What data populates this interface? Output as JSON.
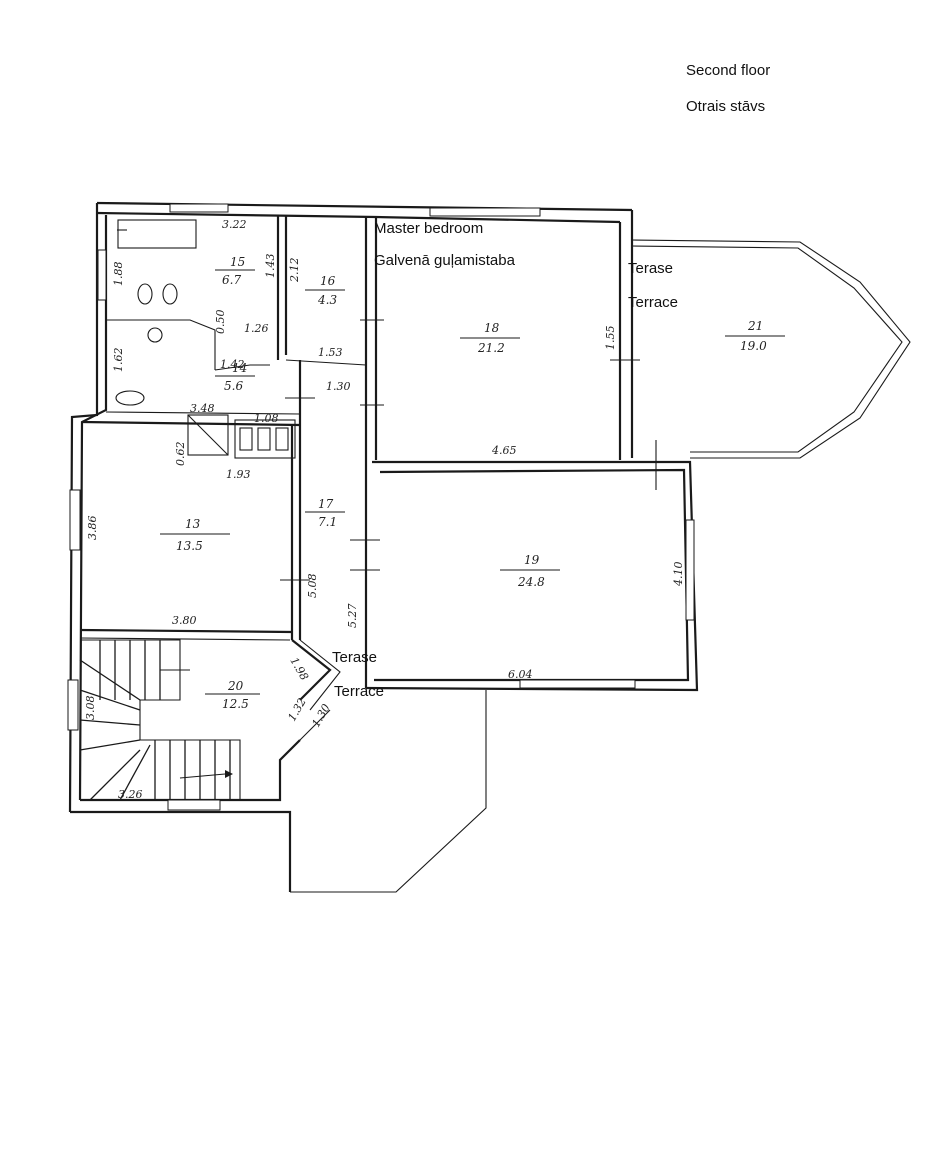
{
  "header": {
    "title_en": "Second floor",
    "title_lv": "Otrais stāvs"
  },
  "labels": {
    "master_bedroom_en": "Master bedroom",
    "master_bedroom_lv": "Galvenā guļamistaba",
    "terrace_east_lv": "Terase",
    "terrace_east_en": "Terrace",
    "terrace_south_lv": "Terase",
    "terrace_south_en": "Terrace"
  },
  "rooms": [
    {
      "number": "15",
      "area": "6.7"
    },
    {
      "number": "16",
      "area": "4.3"
    },
    {
      "number": "14",
      "area": "5.6"
    },
    {
      "number": "18",
      "area": "21.2"
    },
    {
      "number": "21",
      "area": "19.0"
    },
    {
      "number": "13",
      "area": "13.5"
    },
    {
      "number": "17",
      "area": "7.1"
    },
    {
      "number": "19",
      "area": "24.8"
    },
    {
      "number": "20",
      "area": "12.5"
    }
  ],
  "dimensions": {
    "d322": "3.22",
    "d188": "1.88",
    "d143": "1.43",
    "d212": "2.12",
    "d050": "0.50",
    "d126": "1.26",
    "d062a": "1.62",
    "d142": "1.42",
    "d153": "1.53",
    "d130": "1.30",
    "d348": "3.48",
    "d108": "1.08",
    "d062b": "0.62",
    "d193": "1.93",
    "d386": "3.86",
    "d380": "3.80",
    "d508": "5.08",
    "d527": "5.27",
    "d465": "4.65",
    "d155": "1.55",
    "d410": "4.10",
    "d604": "6.04",
    "d30x": "3.08",
    "d326": "3.26",
    "d132": "1.32",
    "d130b": "1.30",
    "d198": "1.98"
  }
}
